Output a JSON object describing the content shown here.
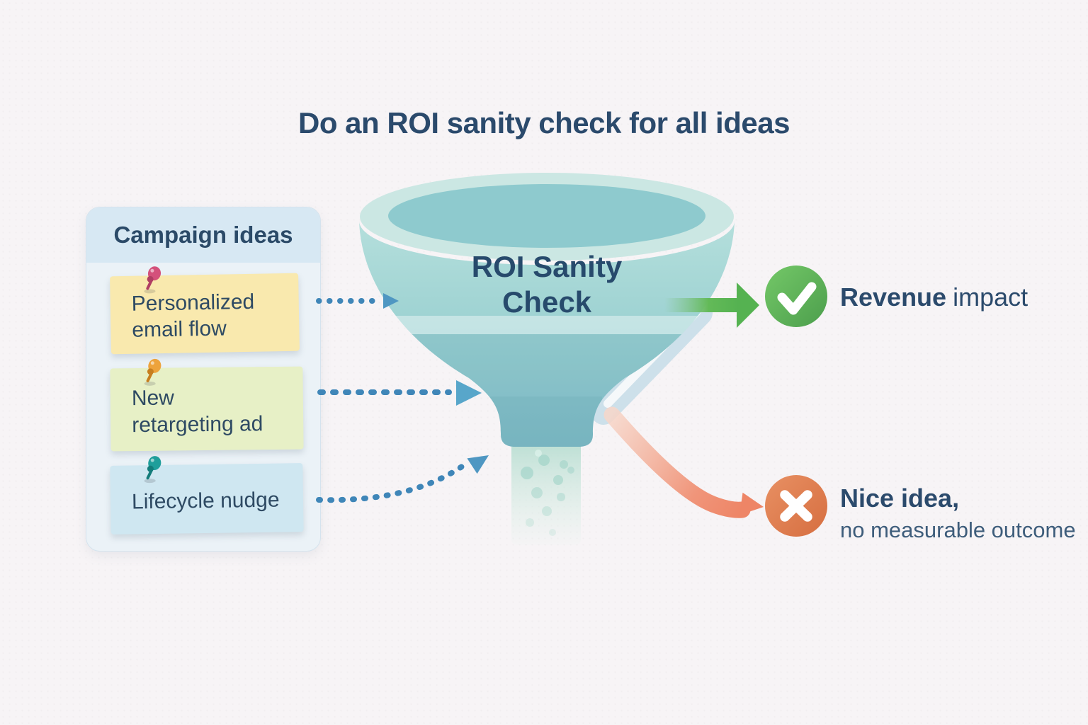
{
  "title": "Do an ROI sanity check for all ideas",
  "campaign_panel": {
    "header": "Campaign ideas",
    "notes": [
      {
        "line1": "Personalized",
        "line2": "email flow",
        "note_color": "#f9e9ae",
        "pin_icon": "pushpin-icon",
        "pin_color": "#d4517b"
      },
      {
        "line1": "New",
        "line2": "retargeting ad",
        "note_color": "#e7f0c6",
        "pin_icon": "pushpin-icon",
        "pin_color": "#eda33c"
      },
      {
        "line1": "Lifecycle nudge",
        "line2": "",
        "note_color": "#cfe7f1",
        "pin_icon": "pushpin-icon",
        "pin_color": "#1f9e9b"
      }
    ]
  },
  "funnel": {
    "label": "ROI Sanity Check",
    "rim_color": "#cbe7e3",
    "body_color": "#9ed2d4"
  },
  "flow_arrows": {
    "style": "dashed",
    "color": "#3f86b8"
  },
  "outcomes": {
    "positive": {
      "icon": "check-icon",
      "label_bold": "Revenue",
      "label_rest": "impact",
      "badge_color": "#5eb95a",
      "arrow_color": "#55b251",
      "text_color": "#2b4a6c"
    },
    "negative": {
      "icon": "cross-icon",
      "label_bold": "Nice idea,",
      "label_rest": "no measurable outcome",
      "badge_color": "#dd7b4e",
      "arrow_color": "#ee8566",
      "text_color": "#2b4a6c"
    }
  }
}
